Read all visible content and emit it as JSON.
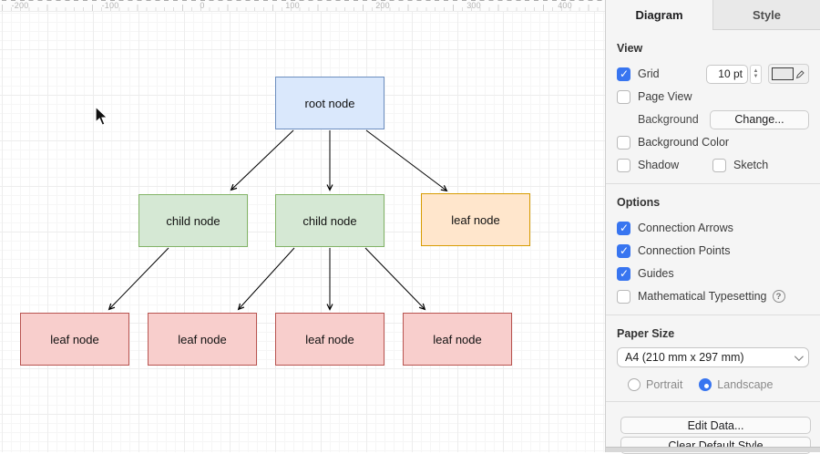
{
  "canvas": {
    "ruler": {
      "labels": [
        "-200",
        "-100",
        "0",
        "100",
        "200",
        "300",
        "400"
      ]
    },
    "nodes": [
      {
        "id": "root",
        "label": "root node",
        "fill": "#dae8fc",
        "stroke": "#6c8ebf"
      },
      {
        "id": "child-left",
        "label": "child node",
        "fill": "#d5e8d4",
        "stroke": "#82b366"
      },
      {
        "id": "child-center",
        "label": "child node",
        "fill": "#d5e8d4",
        "stroke": "#82b366"
      },
      {
        "id": "leaf-orange",
        "label": "leaf node",
        "fill": "#ffe6cc",
        "stroke": "#d79b00"
      },
      {
        "id": "leaf-1",
        "label": "leaf node",
        "fill": "#f8cecc",
        "stroke": "#b85450"
      },
      {
        "id": "leaf-2",
        "label": "leaf node",
        "fill": "#f8cecc",
        "stroke": "#b85450"
      },
      {
        "id": "leaf-3",
        "label": "leaf node",
        "fill": "#f8cecc",
        "stroke": "#b85450"
      },
      {
        "id": "leaf-4",
        "label": "leaf node",
        "fill": "#f8cecc",
        "stroke": "#b85450"
      }
    ],
    "edges": [
      {
        "from": "root",
        "to": "child-left"
      },
      {
        "from": "root",
        "to": "child-center"
      },
      {
        "from": "root",
        "to": "leaf-orange"
      },
      {
        "from": "child-left",
        "to": "leaf-1"
      },
      {
        "from": "child-center",
        "to": "leaf-2"
      },
      {
        "from": "child-center",
        "to": "leaf-3"
      },
      {
        "from": "child-center",
        "to": "leaf-4"
      }
    ]
  },
  "sidebar": {
    "tabs": [
      {
        "label": "Diagram",
        "active": true
      },
      {
        "label": "Style",
        "active": false
      }
    ],
    "view": {
      "header": "View",
      "grid": {
        "label": "Grid",
        "checked": true,
        "size_value": "10 pt"
      },
      "page_view": {
        "label": "Page View",
        "checked": false
      },
      "background": {
        "label": "Background",
        "button_label": "Change..."
      },
      "background_color": {
        "label": "Background Color",
        "checked": false
      },
      "shadow": {
        "label": "Shadow",
        "checked": false
      },
      "sketch": {
        "label": "Sketch",
        "checked": false
      }
    },
    "options": {
      "header": "Options",
      "items": [
        {
          "label": "Connection Arrows",
          "checked": true
        },
        {
          "label": "Connection Points",
          "checked": true
        },
        {
          "label": "Guides",
          "checked": true
        },
        {
          "label": "Mathematical Typesetting",
          "checked": false,
          "help": true
        }
      ]
    },
    "paper": {
      "header": "Paper Size",
      "selected": "A4 (210 mm x 297 mm)",
      "orientation": {
        "portrait_label": "Portrait",
        "landscape_label": "Landscape",
        "selected": "Landscape"
      }
    },
    "actions": {
      "edit_data": "Edit Data...",
      "clear_default_style": "Clear Default Style"
    }
  },
  "colors": {
    "accent_blue": "#3875f0",
    "panel_bg": "#f5f5f5",
    "edge_stroke": "#000000"
  }
}
